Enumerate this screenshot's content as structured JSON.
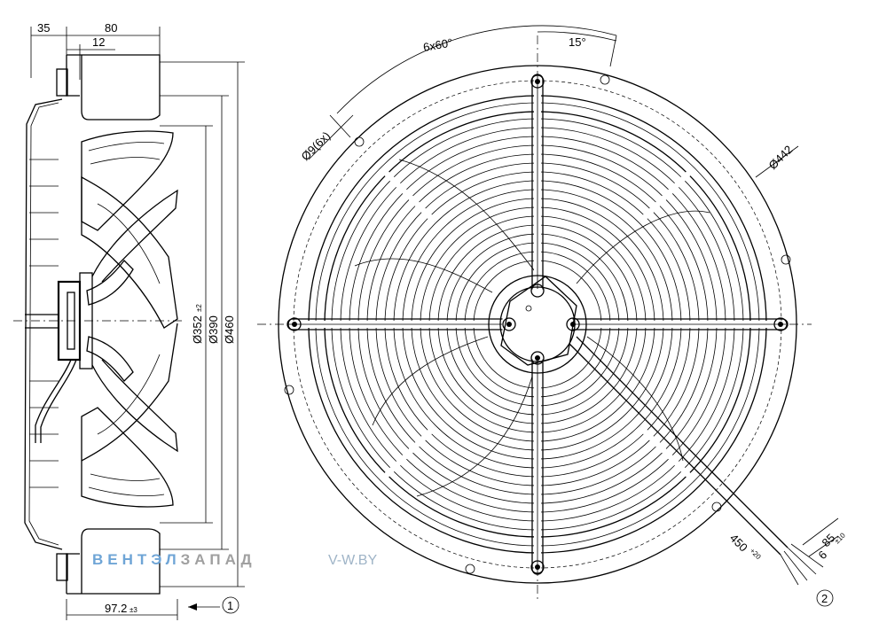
{
  "side_view": {
    "dim_35": "35",
    "dim_80": "80",
    "dim_12": "12",
    "dim_d352": "Ø352",
    "dim_d352_tol": "±2",
    "dim_d390": "Ø390",
    "dim_d460": "Ø460",
    "dim_97": "97.2",
    "dim_97_tol": "±3",
    "callout_1": "1"
  },
  "front_view": {
    "dim_angles": "6x60°",
    "dim_15": "15°",
    "dim_holes": "Ø9(6x)",
    "dim_d442": "Ø442",
    "dim_cable_len": "450",
    "dim_cable_tol": "+20",
    "dim_85": "85",
    "dim_85_tol": "±10",
    "dim_6": "6",
    "callout_2": "2"
  },
  "watermark": {
    "brand_part1": "ВЕНТЭЛ",
    "brand_part2": "ЗАПАД",
    "site": "V-W.BY"
  },
  "colors": {
    "line": "#000000",
    "brand_blue": "#6fa5d6",
    "brand_grey": "#a0a0a0"
  }
}
